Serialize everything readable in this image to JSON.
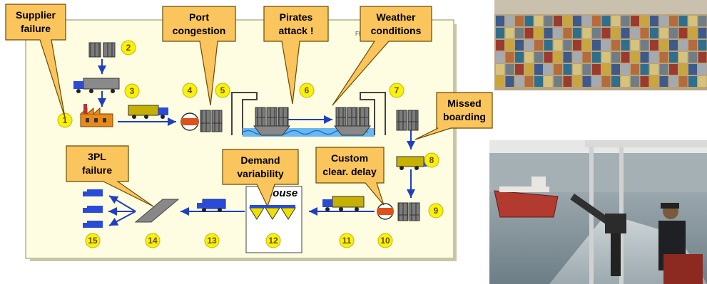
{
  "callouts": {
    "supplier": [
      "Supplier",
      "failure"
    ],
    "port": [
      "Port",
      "congestion"
    ],
    "pirates": [
      "Pirates",
      "attack !"
    ],
    "weather": [
      "Weather",
      "conditions"
    ],
    "missed": [
      "Missed",
      "boarding"
    ],
    "custom": [
      "Custom",
      "clear. delay"
    ],
    "demand": [
      "Demand",
      "variability"
    ],
    "tpl": [
      "3PL",
      "failure"
    ]
  },
  "steps": [
    "1",
    "2",
    "3",
    "4",
    "5",
    "6",
    "7",
    "8",
    "9",
    "10",
    "11",
    "12",
    "13",
    "14",
    "15"
  ],
  "inhouse_label": "-house",
  "colors": {
    "callout_fill": "#fbc55e",
    "callout_stroke": "#6a4b00",
    "panel_fill": "#fefde2",
    "circle_fill": "#f7f10e",
    "arrow": "#1f3fbf",
    "truck": "#2a4bd8"
  },
  "photos": {
    "containers": "shipping-containers-photo",
    "guard": "armed-guard-boat-photo"
  }
}
